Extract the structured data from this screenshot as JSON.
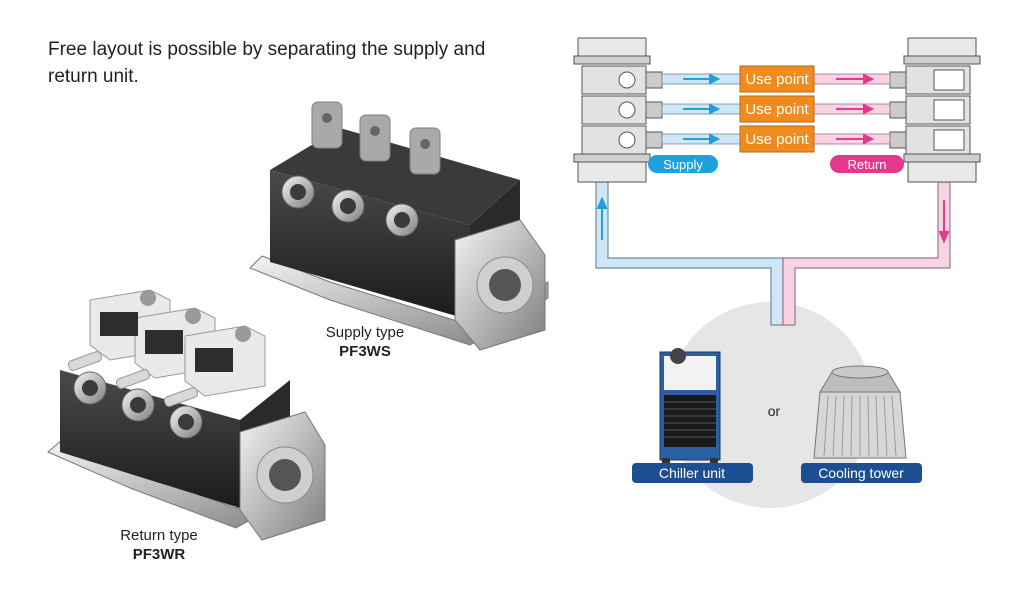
{
  "intro": "Free layout is possible by separating the supply and return unit.",
  "supply_caption": {
    "type_label": "Supply type",
    "model": "PF3WS"
  },
  "return_caption": {
    "type_label": "Return type",
    "model": "PF3WR"
  },
  "diagram": {
    "use_points": [
      "Use point",
      "Use point",
      "Use point"
    ],
    "supply_badge": "Supply",
    "return_badge": "Return",
    "chiller_label": "Chiller unit",
    "or_label": "or",
    "tower_label": "Cooling tower",
    "colors": {
      "supply": "#1fa1dc",
      "return": "#e4388d",
      "use_point": "#f28b1e",
      "label_bg": "#1c4f91",
      "supply_pipe": "#cfe6f6",
      "return_pipe": "#f8d3e4",
      "circle": "#e6e6e6"
    }
  }
}
